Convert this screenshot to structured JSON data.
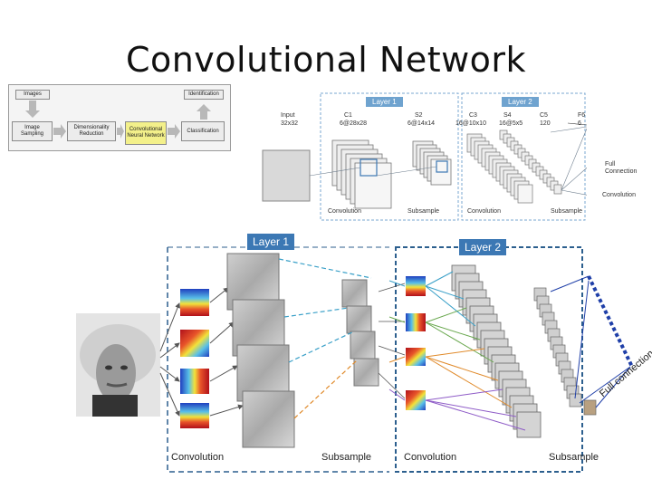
{
  "title": "Convolutional Network",
  "flowchart": {
    "images": "Images",
    "identification": "Identification",
    "image_sampling": "Image Sampling",
    "dim_reduction": "Dimensionality Reduction",
    "cnn": "Convolutional Neural Network",
    "classification": "Classification"
  },
  "lenet": {
    "layer1": "Layer 1",
    "layer2": "Layer 2",
    "input": "Input",
    "input_size": "32x32",
    "c1": "C1",
    "c1_size": "6@28x28",
    "s2": "S2",
    "s2_size": "6@14x14",
    "c3": "C3",
    "c3_size": "16@10x10",
    "s4": "S4",
    "s4_size": "16@5x5",
    "c5": "C5",
    "c5_size": "120",
    "f6": "F6",
    "f6_size": "6",
    "full_connection": "Full Connection",
    "convolution_right": "Convolution",
    "convolution_1": "Convolution",
    "subsample_1": "Subsample",
    "convolution_2": "Convolution",
    "subsample_2": "Subsample"
  },
  "main": {
    "layer1": "Layer 1",
    "layer2": "Layer 2",
    "convolution_1": "Convolution",
    "subsample_1": "Subsample",
    "convolution_2": "Convolution",
    "subsample_2": "Subsample",
    "full_connection": "Full connection"
  },
  "colors": {
    "layer_tag": "#3c78b4",
    "dashed_border": "#2c5f8e",
    "arrow_blue": "#3aa0c8",
    "arrow_orange": "#e08a2a",
    "arrow_green": "#6aa84f",
    "arrow_purple": "#8e5bc7",
    "full_conn": "#1f3fa8"
  }
}
